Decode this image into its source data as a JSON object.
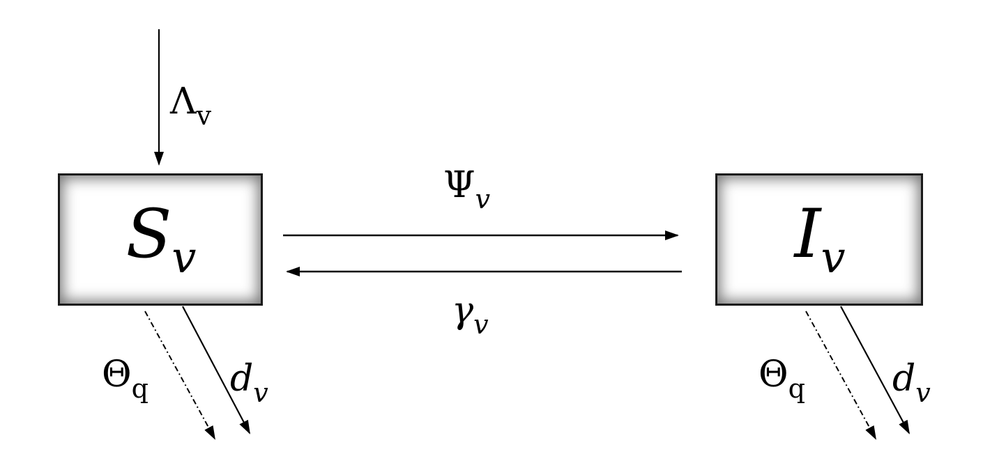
{
  "compartments": {
    "susceptible": {
      "symbol": "S",
      "subscript": "v"
    },
    "infected": {
      "symbol": "I",
      "subscript": "v"
    }
  },
  "rates": {
    "recruitment": {
      "symbol": "Λ",
      "subscript": "v"
    },
    "infection": {
      "symbol": "Ψ",
      "subscript": "v"
    },
    "recovery": {
      "symbol": "γ",
      "subscript": "v"
    },
    "quarantine_s": {
      "symbol": "Θ",
      "subscript": "q"
    },
    "death_s": {
      "symbol": "d",
      "subscript": "v"
    },
    "quarantine_i": {
      "symbol": "Θ",
      "subscript": "q"
    },
    "death_i": {
      "symbol": "d",
      "subscript": "v"
    }
  }
}
